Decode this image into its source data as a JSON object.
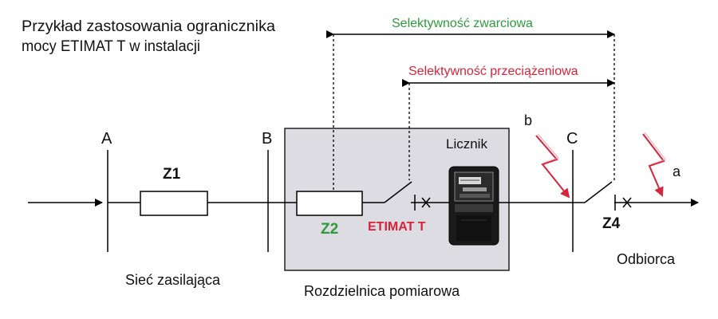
{
  "title_line1": "Przykład zastosowania  ogranicznika",
  "title_line2": "mocy ETIMAT T w instalacji",
  "selectivity_short": "Selektywność zwarciowa",
  "selectivity_overload": "Selektywność przeciążeniowa",
  "point_a": "A",
  "point_b": "B",
  "point_c": "C",
  "fault_b": "b",
  "fault_a": "a",
  "z1": "Z1",
  "z2": "Z2",
  "z4": "Z4",
  "etimat": "ETIMAT T",
  "meter": "Licznik",
  "network": "Sieć zasilająca",
  "switchboard": "Rozdzielnica pomiarowa",
  "consumer": "Odbiorca",
  "colors": {
    "green": "#2e9a3c",
    "red": "#d6243a",
    "panel": "#dcdce2",
    "line": "#000000"
  }
}
